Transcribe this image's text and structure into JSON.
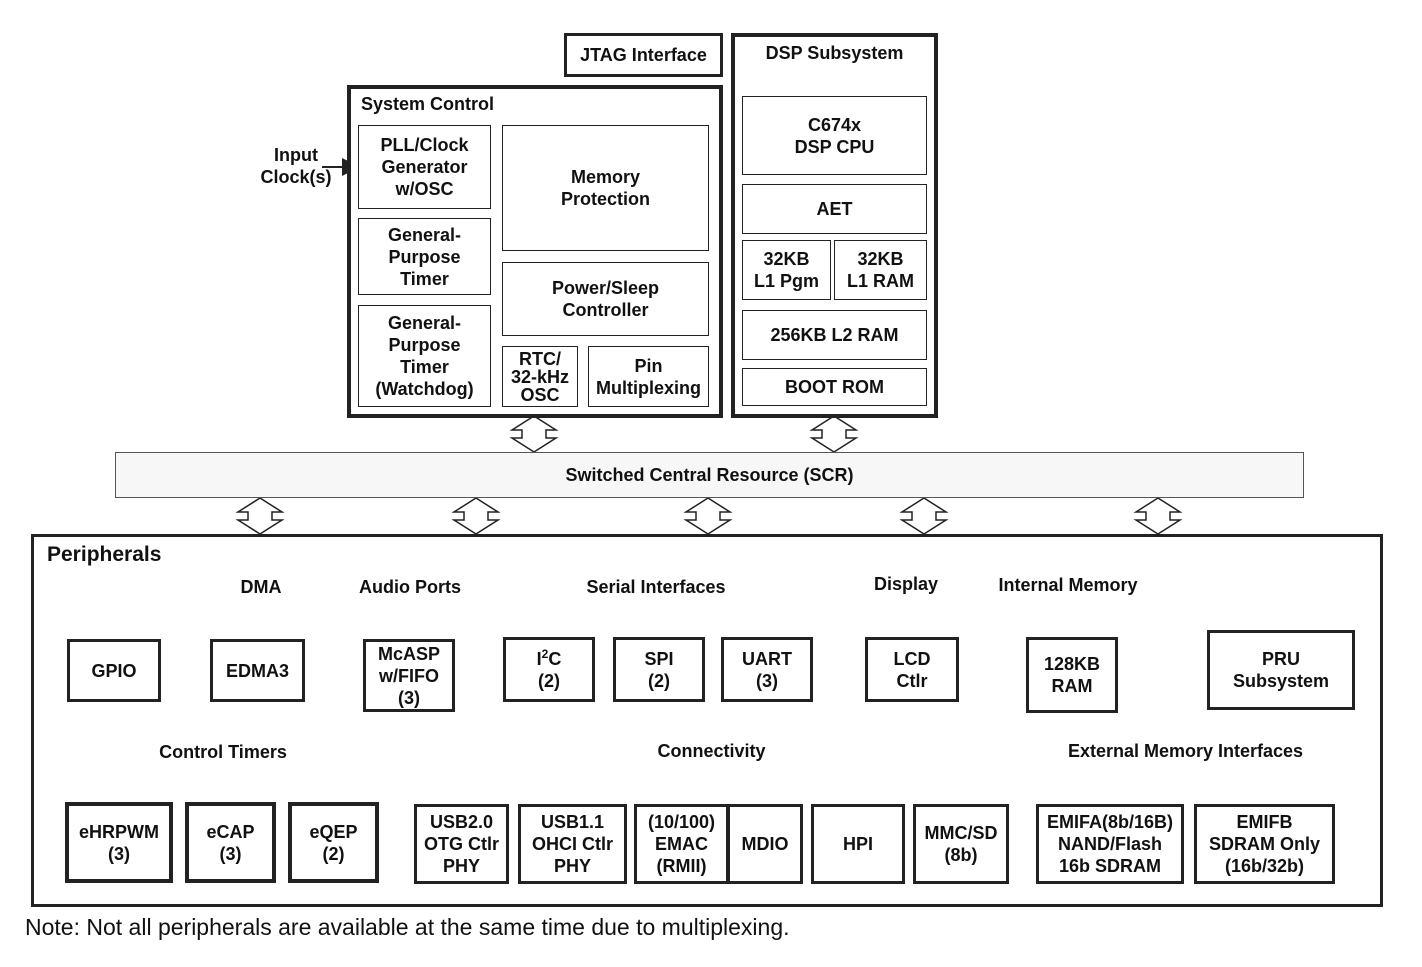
{
  "jtag": "JTAG Interface",
  "system_control": {
    "title": "System Control",
    "input_clock": "Input\nClock(s)",
    "pll": "PLL/Clock\nGenerator\nw/OSC",
    "memory_protection": "Memory\nProtection",
    "gp_timer": "General-\nPurpose\nTimer",
    "power_sleep": "Power/Sleep\nController",
    "watchdog": "General-\nPurpose\nTimer\n(Watchdog)",
    "rtc": "RTC/\n32-kHz\nOSC",
    "pin_mux": "Pin\nMultiplexing"
  },
  "dsp": {
    "title": "DSP Subsystem",
    "cpu": "C674x\nDSP CPU",
    "aet": "AET",
    "l1pgm": "32KB\nL1 Pgm",
    "l1ram": "32KB\nL1 RAM",
    "l2ram": "256KB L2 RAM",
    "bootrom": "BOOT ROM"
  },
  "scr": "Switched Central Resource (SCR)",
  "peripherals": {
    "title": "Peripherals",
    "gpio": "GPIO",
    "dma": {
      "label": "DMA",
      "edma3": "EDMA3"
    },
    "audio": {
      "label": "Audio Ports",
      "mcasp": "McASP\nw/FIFO\n(3)"
    },
    "serial": {
      "label": "Serial Interfaces",
      "i2c_base": "I",
      "i2c_sup": "2",
      "i2c_rest": "C",
      "i2c_count": "(2)",
      "spi": "SPI\n(2)",
      "uart": "UART\n(3)"
    },
    "display": {
      "label": "Display",
      "lcd": "LCD\nCtlr"
    },
    "internal_memory": {
      "label": "Internal Memory",
      "ram": "128KB\nRAM"
    },
    "pru": "PRU\nSubsystem",
    "control_timers": {
      "label": "Control Timers",
      "ehrpwm": "eHRPWM\n(3)",
      "ecap": "eCAP\n(3)",
      "eqep": "eQEP\n(2)"
    },
    "connectivity": {
      "label": "Connectivity",
      "usb20": "USB2.0\nOTG Ctlr\nPHY",
      "usb11": "USB1.1\nOHCI Ctlr\nPHY",
      "emac": "(10/100)\nEMAC\n(RMII)",
      "mdio": "MDIO",
      "hpi": "HPI",
      "mmcsd": "MMC/SD\n(8b)"
    },
    "emi": {
      "label": "External Memory Interfaces",
      "emifa": "EMIFA(8b/16B)\nNAND/Flash\n16b SDRAM",
      "emifb": "EMIFB\nSDRAM Only\n(16b/32b)"
    }
  },
  "note": "Note: Not all peripherals are available at the same time due to multiplexing."
}
